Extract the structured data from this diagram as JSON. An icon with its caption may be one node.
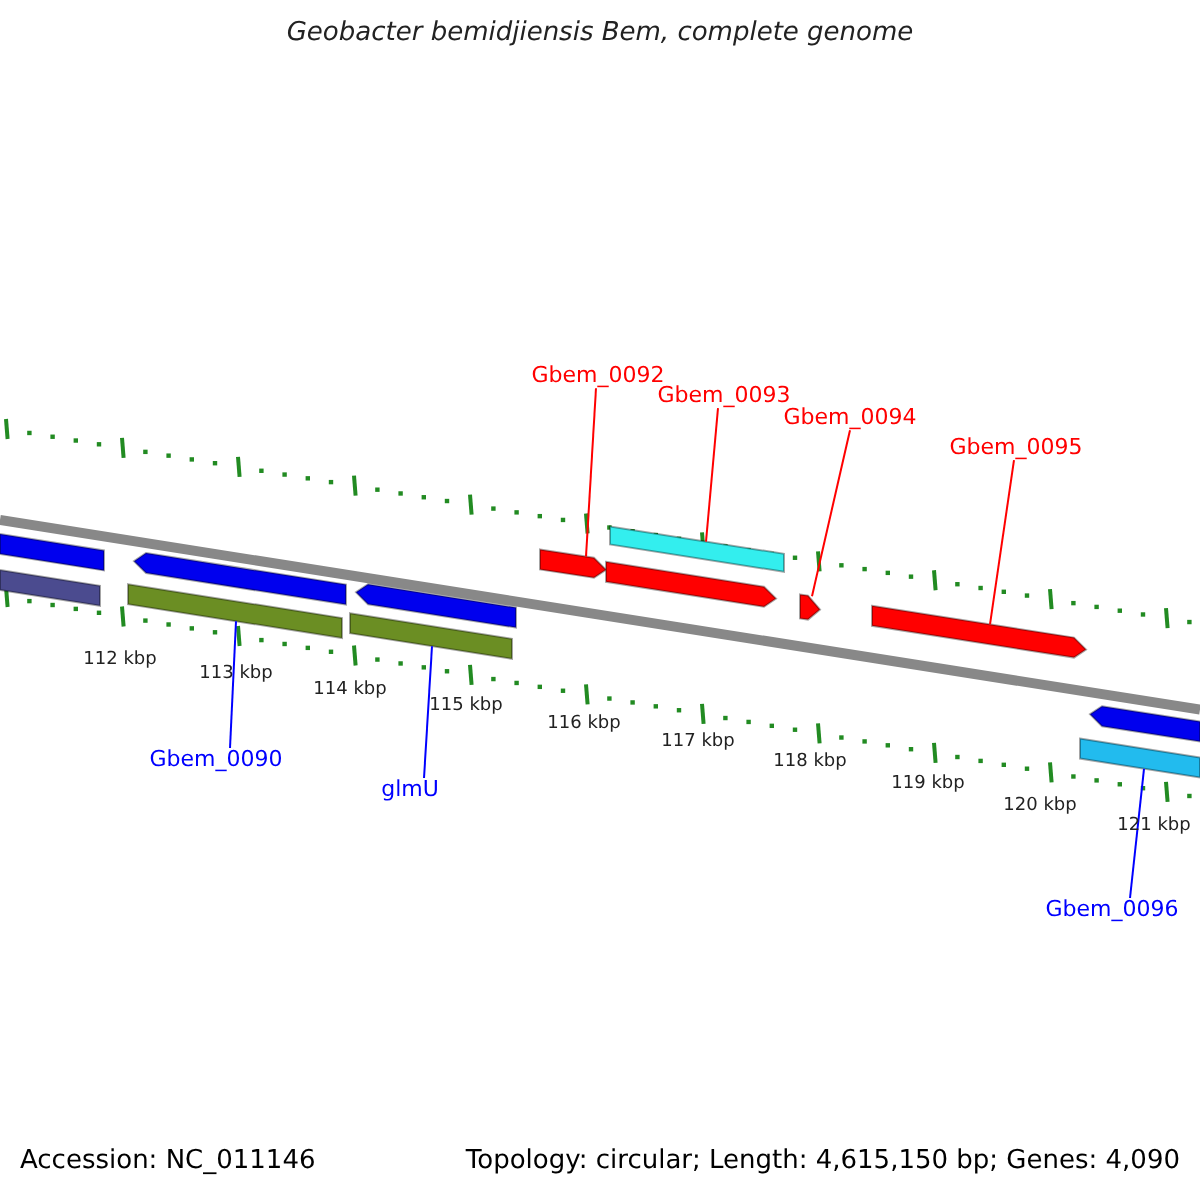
{
  "diagram": {
    "title": "Geobacter bemidjiensis Bem, complete genome",
    "nodes": [
      {
        "text": [
          "Gbem_0092"
        ]
      },
      {
        "text": [
          "Gbem_0093"
        ]
      },
      {
        "text": [
          "Gbem_0094"
        ]
      },
      {
        "text": [
          "Gbem_0095"
        ]
      },
      {
        "text": [
          "Gbem_0090"
        ]
      },
      {
        "text": [
          "glmU"
        ]
      },
      {
        "text": [
          "Gbem_0096"
        ]
      },
      {
        "text": [],
        "shape": "bar"
      },
      {
        "text": [],
        "shape": "bar"
      },
      {
        "text": [],
        "shape": "bar"
      },
      {
        "text": [],
        "shape": "bar"
      },
      {
        "text": [],
        "shape": "bar"
      },
      {
        "text": [],
        "shape": "bar"
      },
      {
        "text": [],
        "shape": "bar"
      },
      {
        "text": [],
        "shape": "bar"
      },
      {
        "text": [],
        "shape": "bar"
      },
      {
        "text": [],
        "shape": "bar"
      },
      {
        "text": [],
        "shape": "bar"
      },
      {
        "text": [],
        "shape": "bar"
      },
      {
        "text": [],
        "shape": "bar"
      }
    ],
    "edges": [
      {
        "from": 0,
        "to": 13,
        "arrow": "none"
      },
      {
        "from": 1,
        "to": 14,
        "arrow": "none"
      },
      {
        "from": 2,
        "to": 16,
        "arrow": "none"
      },
      {
        "from": 3,
        "to": 17,
        "arrow": "none"
      },
      {
        "from": 4,
        "to": 10,
        "arrow": "none",
        "color": "#0000ff"
      },
      {
        "from": 5,
        "to": 12,
        "arrow": "none",
        "color": "#0000ff"
      },
      {
        "from": 6,
        "to": 18,
        "arrow": "none",
        "color": "#0000ff"
      }
    ],
    "labels": [
      "112 kbp",
      "113 kbp",
      "114 kbp",
      "115 kbp",
      "116 kbp",
      "117 kbp",
      "118 kbp",
      "119 kbp",
      "120 kbp",
      "121 kbp",
      "Accession: NC_011146",
      "Topology: circular; Length: 4,615,150 bp; Genes: 4,090"
    ]
  }
}
